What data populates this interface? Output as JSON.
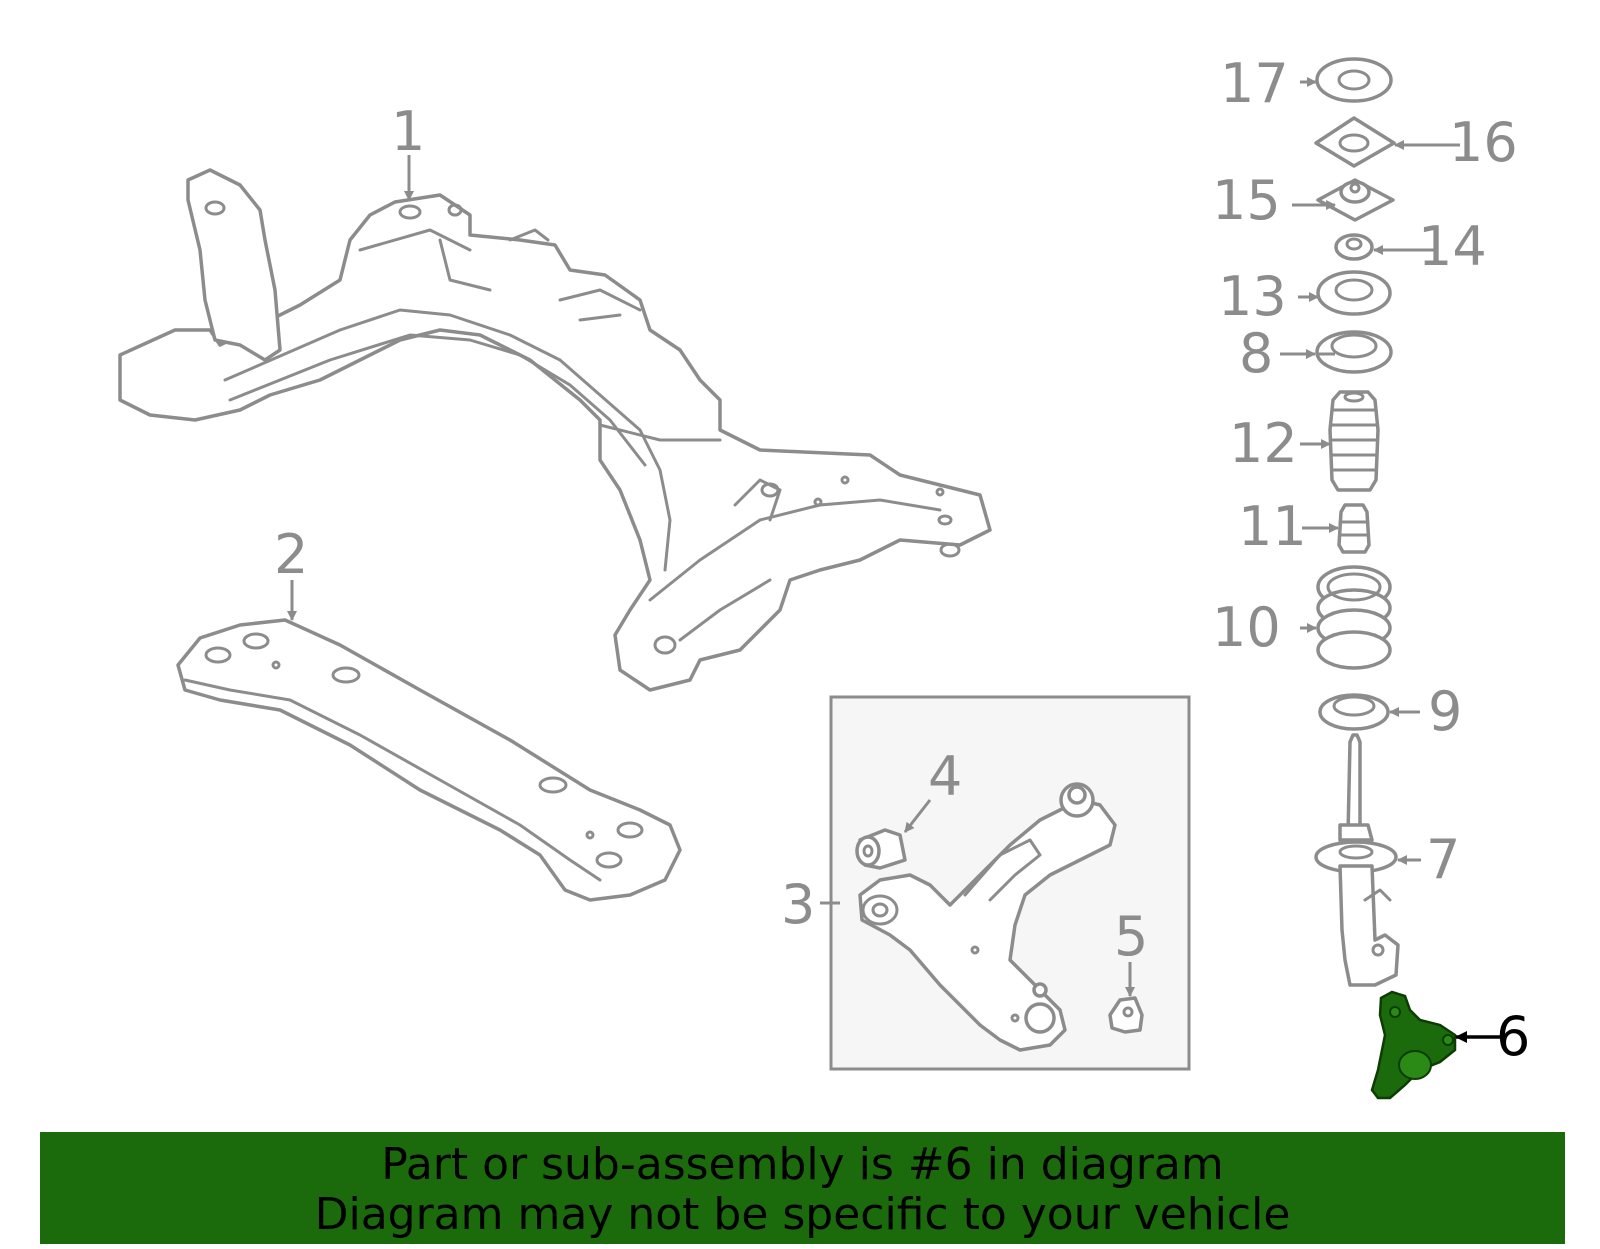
{
  "diagram": {
    "callouts": [
      "1",
      "2",
      "3",
      "4",
      "5",
      "6",
      "7",
      "8",
      "9",
      "10",
      "11",
      "12",
      "13",
      "14",
      "15",
      "16",
      "17"
    ],
    "highlighted_part": "6",
    "highlight_color": "#1b6a0b",
    "callout_color": "#8c8c8c"
  },
  "banner": {
    "line1": "Part or sub-assembly is #6 in diagram",
    "line2": "Diagram may not be specific to your vehicle",
    "background": "#1b6a0b"
  }
}
